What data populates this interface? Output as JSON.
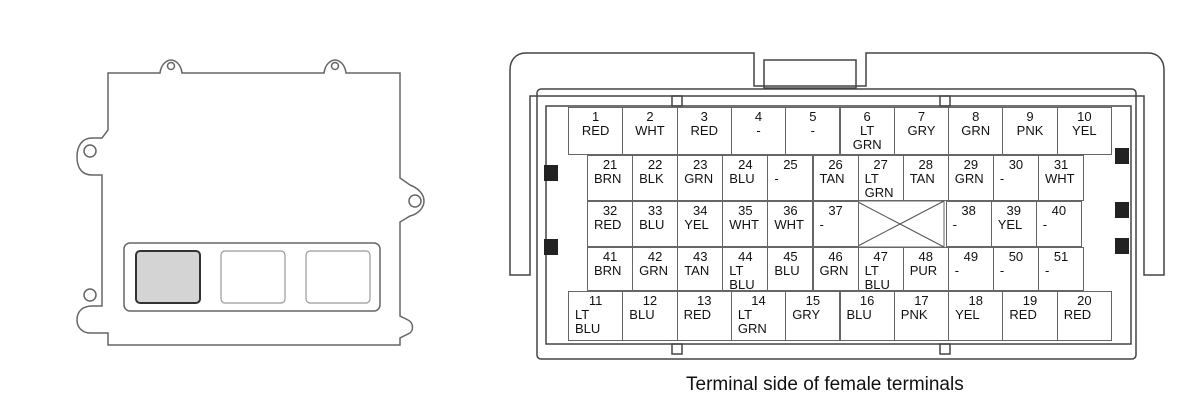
{
  "caption": "Terminal side of female terminals",
  "ecm_module": {
    "connector_slots": [
      "selected",
      "empty",
      "empty"
    ]
  },
  "connector": {
    "rows": [
      {
        "row": "top",
        "pins": [
          {
            "num": "1",
            "color": "RED"
          },
          {
            "num": "2",
            "color": "WHT"
          },
          {
            "num": "3",
            "color": "RED"
          },
          {
            "num": "4",
            "color": "-"
          },
          {
            "num": "5",
            "color": "-"
          },
          {
            "num": "6",
            "color": "LT\nGRN"
          },
          {
            "num": "7",
            "color": "GRY"
          },
          {
            "num": "8",
            "color": "GRN"
          },
          {
            "num": "9",
            "color": "PNK"
          },
          {
            "num": "10",
            "color": "YEL"
          }
        ]
      },
      {
        "row": "second",
        "pins": [
          {
            "num": "21",
            "color": "BRN"
          },
          {
            "num": "22",
            "color": "BLK"
          },
          {
            "num": "23",
            "color": "GRN"
          },
          {
            "num": "24",
            "color": "BLU"
          },
          {
            "num": "25",
            "color": "-"
          },
          {
            "num": "26",
            "color": "TAN"
          },
          {
            "num": "27",
            "color": "LT\nGRN"
          },
          {
            "num": "28",
            "color": "TAN"
          },
          {
            "num": "29",
            "color": "GRN"
          },
          {
            "num": "30",
            "color": "-"
          },
          {
            "num": "31",
            "color": "WHT"
          }
        ]
      },
      {
        "row": "third",
        "pins": [
          {
            "num": "32",
            "color": "RED"
          },
          {
            "num": "33",
            "color": "BLU"
          },
          {
            "num": "34",
            "color": "YEL"
          },
          {
            "num": "35",
            "color": "WHT"
          },
          {
            "num": "36",
            "color": "WHT"
          },
          {
            "num": "37",
            "color": "-"
          },
          {
            "num": "38",
            "color": "-"
          },
          {
            "num": "39",
            "color": "YEL"
          },
          {
            "num": "40",
            "color": "-"
          }
        ]
      },
      {
        "row": "fourth",
        "pins": [
          {
            "num": "41",
            "color": "BRN"
          },
          {
            "num": "42",
            "color": "GRN"
          },
          {
            "num": "43",
            "color": "TAN"
          },
          {
            "num": "44",
            "color": "LT\nBLU"
          },
          {
            "num": "45",
            "color": "BLU"
          },
          {
            "num": "46",
            "color": "GRN"
          },
          {
            "num": "47",
            "color": "LT\nBLU"
          },
          {
            "num": "48",
            "color": "PUR"
          },
          {
            "num": "49",
            "color": "-"
          },
          {
            "num": "50",
            "color": "-"
          },
          {
            "num": "51",
            "color": "-"
          }
        ]
      },
      {
        "row": "bottom",
        "pins": [
          {
            "num": "11",
            "color": "LT\nBLU"
          },
          {
            "num": "12",
            "color": "BLU"
          },
          {
            "num": "13",
            "color": "RED"
          },
          {
            "num": "14",
            "color": "LT\nGRN"
          },
          {
            "num": "15",
            "color": "GRY"
          },
          {
            "num": "16",
            "color": "BLU"
          },
          {
            "num": "17",
            "color": "PNK"
          },
          {
            "num": "18",
            "color": "YEL"
          },
          {
            "num": "19",
            "color": "RED"
          },
          {
            "num": "20",
            "color": "RED"
          }
        ]
      }
    ]
  }
}
